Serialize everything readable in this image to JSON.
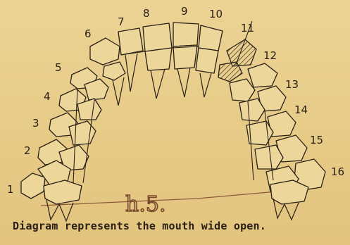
{
  "diagram": {
    "tooth_numbers": [
      "1",
      "2",
      "3",
      "4",
      "5",
      "6",
      "7",
      "8",
      "9",
      "10",
      "11",
      "12",
      "13",
      "14",
      "15",
      "16"
    ],
    "caption": "Diagram represents the mouth wide open.",
    "handwritten_note": "h.5.",
    "shaded_teeth": [
      "11",
      "12"
    ],
    "colors": {
      "paper": "#e8cc8a",
      "ink": "#2a2016",
      "pencil_line": "#8a5a3a",
      "shading": "#3a2a1e"
    }
  }
}
